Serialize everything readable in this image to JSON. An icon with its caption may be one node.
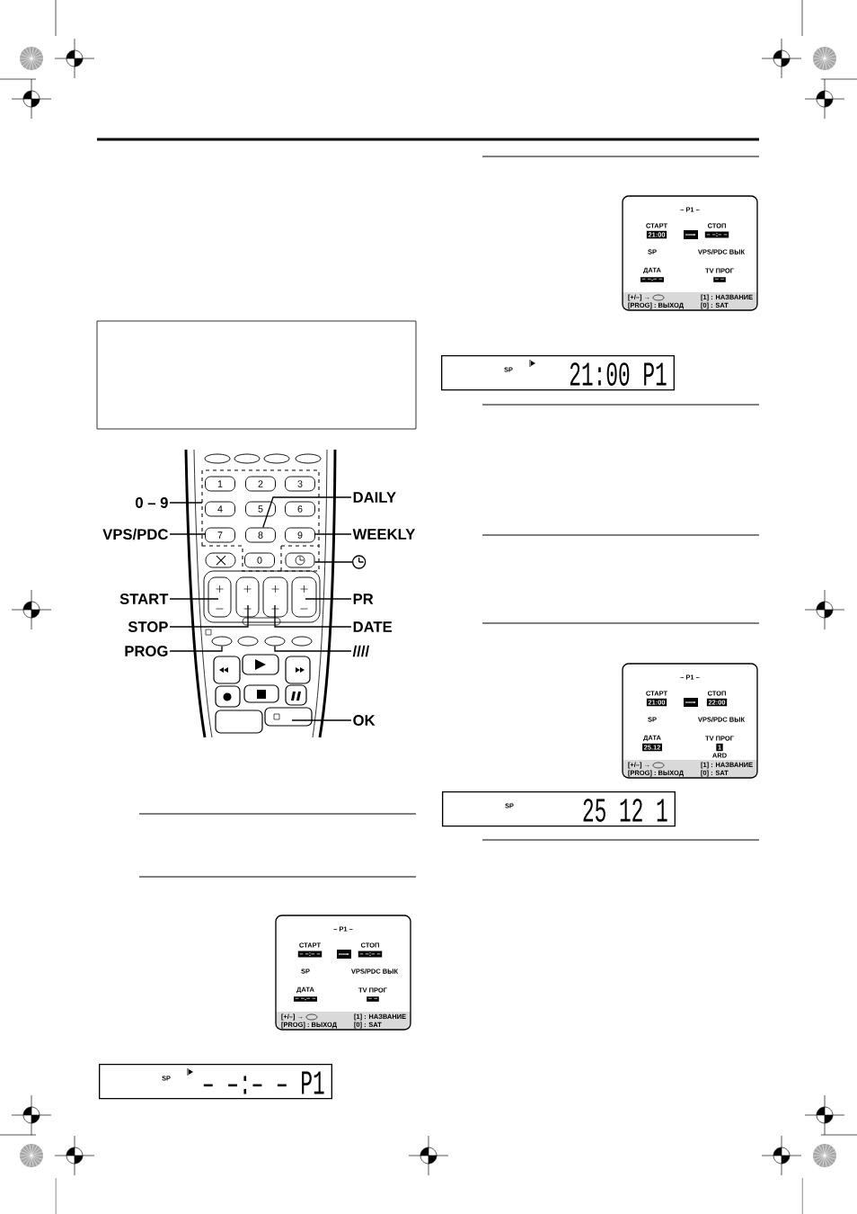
{
  "diagram": {
    "nodes": [
      {
        "text": [
          "0 – 9"
        ]
      },
      {
        "text": [
          "VPS/PDC"
        ]
      },
      {
        "text": [
          "START"
        ]
      },
      {
        "text": [
          "STOP"
        ]
      },
      {
        "text": [
          "PROG"
        ]
      },
      {
        "text": [
          "DAILY"
        ]
      },
      {
        "text": [
          "WEEKLY"
        ]
      },
      {
        "text": [],
        "shape": "clock"
      },
      {
        "text": [
          "PR"
        ]
      },
      {
        "text": [
          "DATE"
        ]
      },
      {
        "text": [
          "////"
        ]
      },
      {
        "text": [
          "OK"
        ]
      },
      {
        "text": [
          "– P1 –",
          "СТАРТ",
          "– –:– –",
          "СТОП",
          "– –:– –",
          "SP",
          "VPS/PDC ВЫК",
          "ДАТА",
          "– –.– –",
          "TV ПРОГ",
          "– –",
          "[+/–] →",
          "[1] : НАЗВАНИЕ",
          "[PROG] : ВЫХОД",
          "[0] : SAT"
        ]
      },
      {
        "text": [
          "SP",
          "– –:– – P1"
        ]
      },
      {
        "text": [
          "– P1 –",
          "СТАРТ",
          "21:00",
          "СТОП",
          "– –:– –",
          "SP",
          "VPS/PDC ВЫК",
          "ДАТА",
          "– –.– –",
          "TV ПРОГ",
          "– –",
          "[+/–] →",
          "[1] : НАЗВАНИЕ",
          "[PROG] : ВЫХОД",
          "[0] : SAT"
        ]
      },
      {
        "text": [
          "SP",
          "21:00 P1"
        ]
      },
      {
        "text": [
          "– P1 –",
          "СТАРТ",
          "21:00",
          "СТОП",
          "22:00",
          "SP",
          "VPS/PDC ВЫК",
          "ДАТА",
          "25.12",
          "TV ПРОГ",
          "1",
          "ARD",
          "[+/–] →",
          "[1] : НАЗВАНИЕ",
          "[PROG] : ВЫХОД",
          "[0] : SAT"
        ]
      },
      {
        "text": [
          "SP",
          "25 12 1"
        ]
      },
      {
        "text": [],
        "shape": "box"
      },
      {
        "text": [
          "1"
        ],
        "in": 18
      },
      {
        "text": [
          "2"
        ],
        "in": 18
      },
      {
        "text": [
          "3"
        ],
        "in": 18
      },
      {
        "text": [
          "4"
        ],
        "in": 18
      },
      {
        "text": [
          "5"
        ],
        "in": 18
      },
      {
        "text": [
          "6"
        ],
        "in": 18
      },
      {
        "text": [
          "7"
        ],
        "in": 18
      },
      {
        "text": [
          "8"
        ],
        "in": 18
      },
      {
        "text": [
          "9"
        ],
        "in": 18
      },
      {
        "text": [
          "0"
        ],
        "in": 18
      },
      {
        "text": [],
        "shape": "button",
        "in": 18
      },
      {
        "text": [],
        "shape": "button"
      },
      {
        "text": [],
        "shape": "button"
      }
    ],
    "edges": [
      {
        "from": 0,
        "to": 18,
        "arrow": "none"
      },
      {
        "from": 1,
        "to": 25,
        "arrow": "none"
      },
      {
        "from": 2,
        "to": null,
        "arrow": "none"
      },
      {
        "from": 3,
        "to": null,
        "arrow": "none"
      },
      {
        "from": 4,
        "to": 30,
        "arrow": "none"
      },
      {
        "from": 5,
        "to": 26,
        "arrow": "none"
      },
      {
        "from": 6,
        "to": 27,
        "arrow": "none"
      },
      {
        "from": 7,
        "to": 29,
        "arrow": "none"
      },
      {
        "from": 8,
        "to": null,
        "arrow": "none"
      },
      {
        "from": 9,
        "to": null,
        "arrow": "none"
      },
      {
        "from": 10,
        "to": 31,
        "arrow": "none"
      },
      {
        "from": 11,
        "to": null,
        "arrow": "none"
      }
    ]
  }
}
